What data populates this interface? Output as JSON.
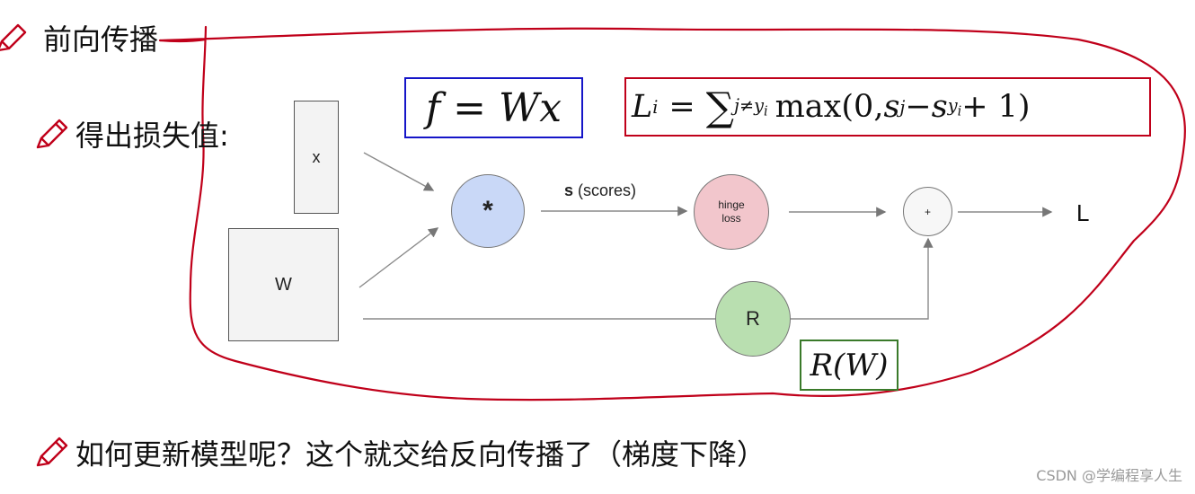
{
  "headings": {
    "forward": "前向传播",
    "loss": "得出损失值:",
    "update": "如何更新模型呢？这个就交给反向传播了（梯度下降）"
  },
  "diagram": {
    "x_box": "x",
    "w_box": "W",
    "multiply_node": "*",
    "scores_label_bold": "s",
    "scores_label_rest": " (scores)",
    "hinge_node_line1": "hinge",
    "hinge_node_line2": "loss",
    "plus_node": "+",
    "reg_node": "R",
    "output": "L"
  },
  "formulas": {
    "f": "f",
    "eq": "=",
    "W": "W",
    "x": "x",
    "L": "L",
    "i": "i",
    "sum_sub_j": "j≠y",
    "max": "max",
    "args_open": "(0, ",
    "s": "s",
    "j": "j",
    "minus": " − ",
    "y": "y",
    "plus1": " + 1)",
    "R_of_W": "R(W)"
  },
  "colors": {
    "annotation_red": "#c0001a",
    "blue_box": "#1515c8",
    "red_box": "#c0001a",
    "green_box": "#3a7a2a",
    "multiply_fill": "#c9d8f7",
    "hinge_fill": "#f2c6cc",
    "reg_fill": "#b9dfb0"
  },
  "watermark": "CSDN @学编程享人生"
}
